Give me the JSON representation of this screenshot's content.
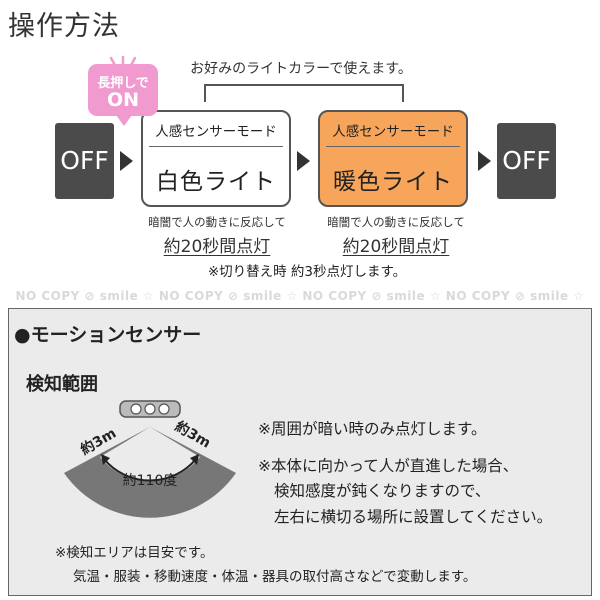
{
  "title": "操作方法",
  "flow": {
    "color_note": "お好みのライトカラーで使えます。",
    "off_label": "OFF",
    "badge": {
      "line1": "長押しで",
      "line2": "ON",
      "color": "#f09ad0"
    },
    "modes": [
      {
        "head": "人感センサーモード",
        "light": "白色ライト",
        "caption": "暗闇で人の動きに反応して",
        "duration": "約20秒間点灯",
        "color": "#ffffff"
      },
      {
        "head": "人感センサーモード",
        "light": "暖色ライト",
        "caption": "暗闇で人の動きに反応して",
        "duration": "約20秒間点灯",
        "color": "#f7a55a"
      }
    ],
    "switch_note": "※切り替え時 約3秒点灯します。"
  },
  "watermark": "NO COPY ⊘ smile ☆ NO COPY ⊘ smile ☆ NO COPY ⊘ smile ☆ NO COPY ⊘ smile ☆",
  "sensor": {
    "heading": "●モーションセンサー",
    "range_heading": "検知範囲",
    "distance_left": "約3m",
    "distance_right": "約3m",
    "angle_label": "約110度",
    "notes": [
      "※周囲が暗い時のみ点灯します。",
      "※本体に向かって人が直進した場合、",
      "検知感度が鈍くなりますので、",
      "左右に横切る場所に設置してください。"
    ],
    "guide_notes": [
      "※検知エリアは目安です。",
      "気温・服装・移動速度・体温・器具の取付高さなどで変動します。"
    ]
  }
}
